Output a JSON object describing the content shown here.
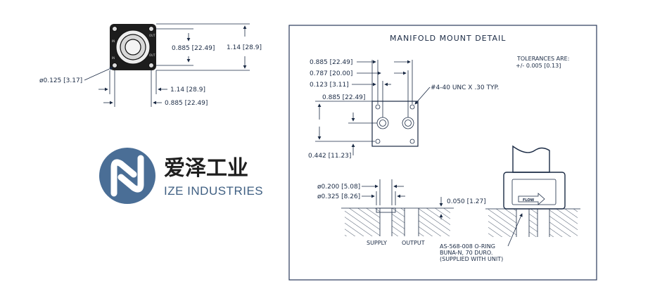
{
  "top_view": {
    "dim_inner_height": "0.885 [22.49]",
    "dim_outer_height": "1.14 [28.9]",
    "dim_hole_dia": "ø0.125 [3.17]",
    "dim_outer_width": "1.14 [28.9]",
    "dim_inner_width": "0.885 [22.49]",
    "corner_marks": [
      "IN",
      "OUT",
      "IN",
      "OUT"
    ]
  },
  "logo": {
    "name_cn": "爱泽工业",
    "name_en": "IZE INDUSTRIES",
    "color": "#4a6e96"
  },
  "detail": {
    "title": "MANIFOLD MOUNT DETAIL",
    "tolerances_line1": "TOLERANCES ARE:",
    "tolerances_line2": "+/- 0.005 [0.13]",
    "dim_a": "0.885 [22.49]",
    "dim_b": "0.787 [20.00]",
    "dim_c": "0.123 [3.11]",
    "dim_d": "0.885 [22.49]",
    "dim_e": "0.442 [11.23]",
    "thread_note": "#4-40 UNC X .30 TYP.",
    "dim_port_small": "ø0.200 [5.08]",
    "dim_port_large": "ø0.325 [8.26]",
    "dim_depth": "0.050 [1.27]",
    "label_supply": "SUPPLY",
    "label_output": "OUTPUT",
    "flow_label": "FLOW",
    "oring_line1": "AS-568-008 O-RING",
    "oring_line2": "BUNA-N, 70 DURO.",
    "oring_line3": "(SUPPLIED WITH UNIT)",
    "frame_color": "#2a3a5a"
  }
}
